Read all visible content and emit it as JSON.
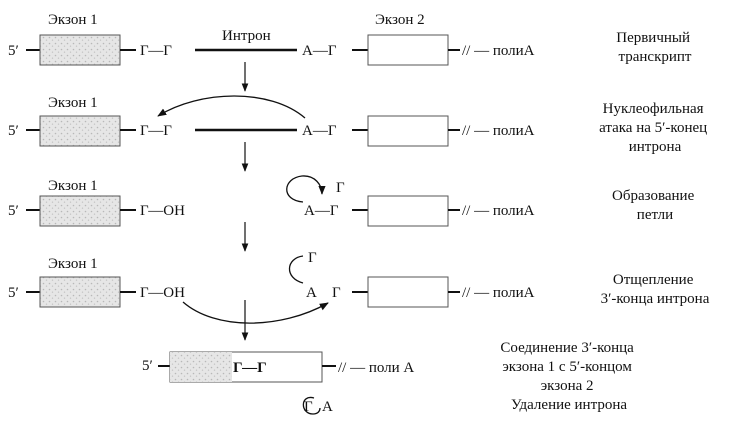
{
  "rows": [
    {
      "exon1_label": "Экзон 1",
      "exon2_label": "Экзон 2",
      "five_prime": "5′",
      "left_end": "Г—Г",
      "intron_label": "Интрон",
      "right_end": "А—Г",
      "tail": "// — полиА",
      "caption": [
        "Первичный",
        "транскрипт"
      ]
    },
    {
      "exon1_label": "Экзон 1",
      "five_prime": "5′",
      "left_end": "Г—Г",
      "right_end": "А—Г",
      "tail": "// — полиА",
      "caption": [
        "Нуклеофильная",
        "атака на 5′-конец",
        "интрона"
      ]
    },
    {
      "exon1_label": "Экзон 1",
      "five_prime": "5′",
      "left_end": "Г—ОН",
      "loop_top": "Г",
      "right_end": "А—Г",
      "tail": "// — полиА",
      "caption": [
        "Образование",
        "петли"
      ]
    },
    {
      "exon1_label": "Экзон 1",
      "five_prime": "5′",
      "left_end": "Г—ОН",
      "loop_top": "Г",
      "right_a": "А",
      "right_g": "Г",
      "tail": "// — полиА",
      "caption": [
        "Отщепление",
        "3′-конца интрона"
      ]
    },
    {
      "five_prime": "5′",
      "junction": "Г—Г",
      "tail": "// — поли А",
      "loop_g": "Г",
      "loop_a": "А",
      "caption": [
        "Соединение 3′-конца",
        "экзона 1 с 5′-концом",
        "экзона 2",
        "Удаление интрона"
      ]
    }
  ]
}
